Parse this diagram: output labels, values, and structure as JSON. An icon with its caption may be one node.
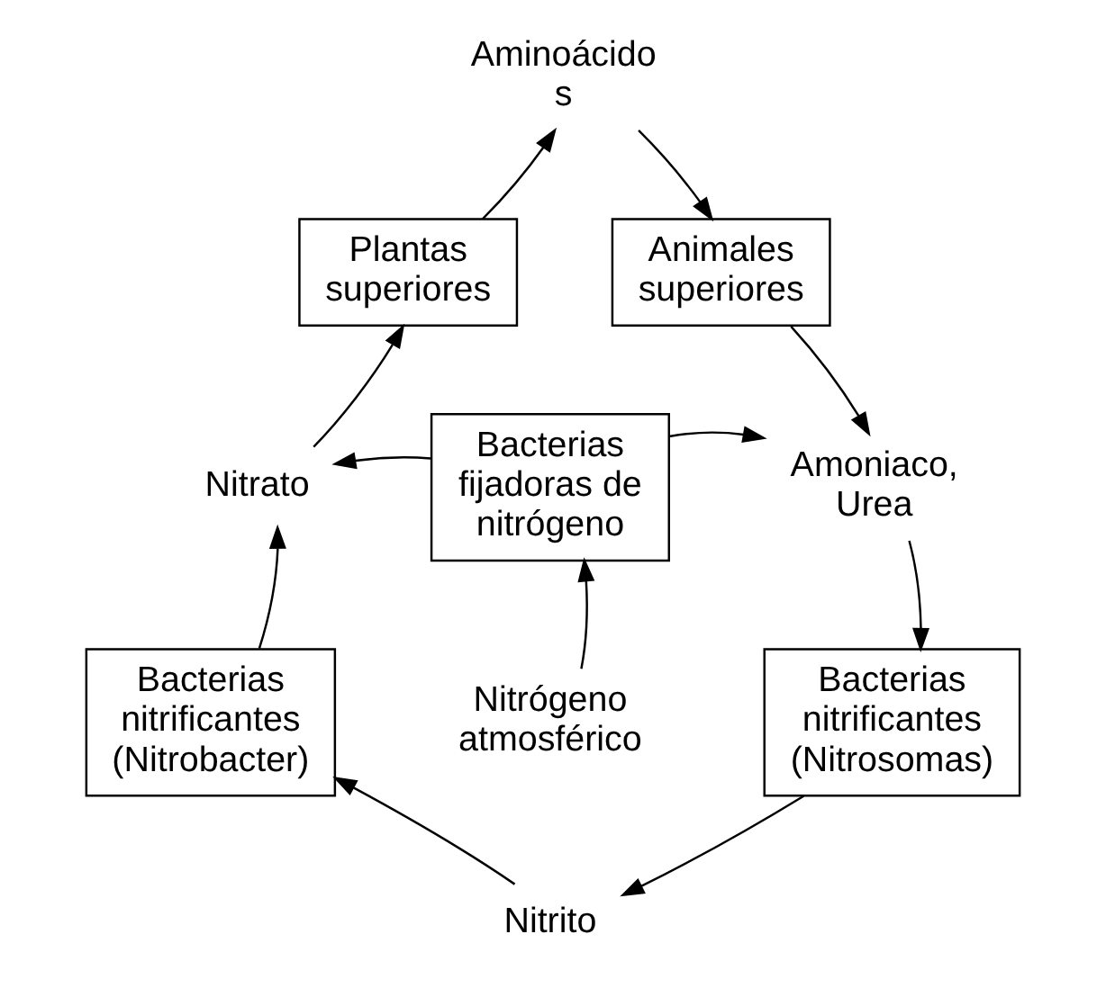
{
  "diagram": {
    "nodes": [
      {
        "text": [
          "Aminoácido s"
        ]
      },
      {
        "text": [
          "Plantas superiores"
        ]
      },
      {
        "text": [
          "Animales superiores"
        ]
      },
      {
        "text": [
          "Nitrato"
        ]
      },
      {
        "text": [
          "Bacterias fijadoras de nitrógeno"
        ]
      },
      {
        "text": [
          "Amoniaco, Urea"
        ]
      },
      {
        "text": [
          "Bacterias nitrificantes (Nitrobacter)"
        ]
      },
      {
        "text": [
          "Nitrógeno atmosférico"
        ]
      },
      {
        "text": [
          "Bacterias nitrificantes (Nitrosomas)"
        ]
      },
      {
        "text": [
          "Nitrito"
        ]
      }
    ],
    "edges": [
      {
        "from": 1,
        "to": 0,
        "arrow": "to"
      },
      {
        "from": 0,
        "to": 2,
        "arrow": "to"
      },
      {
        "from": 2,
        "to": 5,
        "arrow": "to"
      },
      {
        "from": 5,
        "to": 8,
        "arrow": "to"
      },
      {
        "from": 8,
        "to": 9,
        "arrow": "to"
      },
      {
        "from": 9,
        "to": 6,
        "arrow": "to"
      },
      {
        "from": 6,
        "to": 3,
        "arrow": "to"
      },
      {
        "from": 3,
        "to": 1,
        "arrow": "to"
      },
      {
        "from": 4,
        "to": 3,
        "arrow": "to"
      },
      {
        "from": 4,
        "to": 5,
        "arrow": "to"
      },
      {
        "from": 7,
        "to": 4,
        "arrow": "to"
      }
    ]
  }
}
